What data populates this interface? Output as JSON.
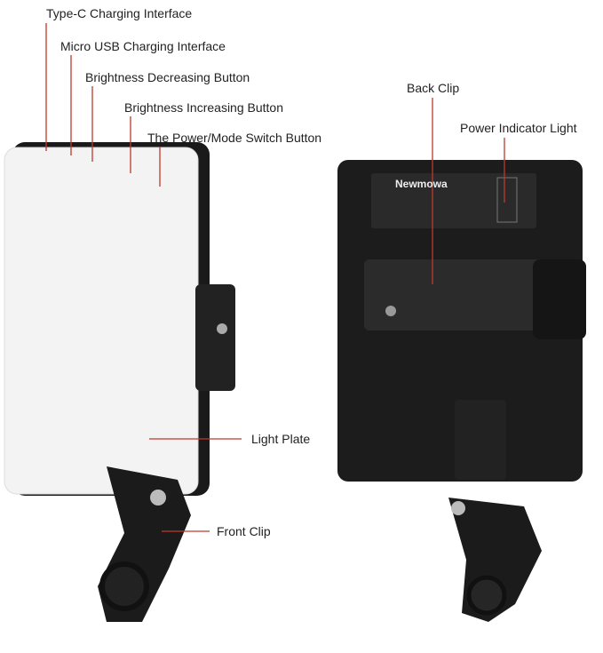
{
  "labels": {
    "type_c": "Type-C Charging Interface",
    "micro_usb": "Micro USB Charging Interface",
    "brightness_down": "Brightness Decreasing Button",
    "brightness_up": "Brightness Increasing Button",
    "power_mode": "The Power/Mode Switch Button",
    "back_clip": "Back Clip",
    "power_indicator": "Power Indicator Light",
    "light_plate": "Light Plate",
    "front_clip": "Front Clip"
  },
  "brand_logo": "Newmowa",
  "colors": {
    "leader_line": "#c0392b",
    "device": "#1c1c1c",
    "plate": "#f4f4f4"
  }
}
